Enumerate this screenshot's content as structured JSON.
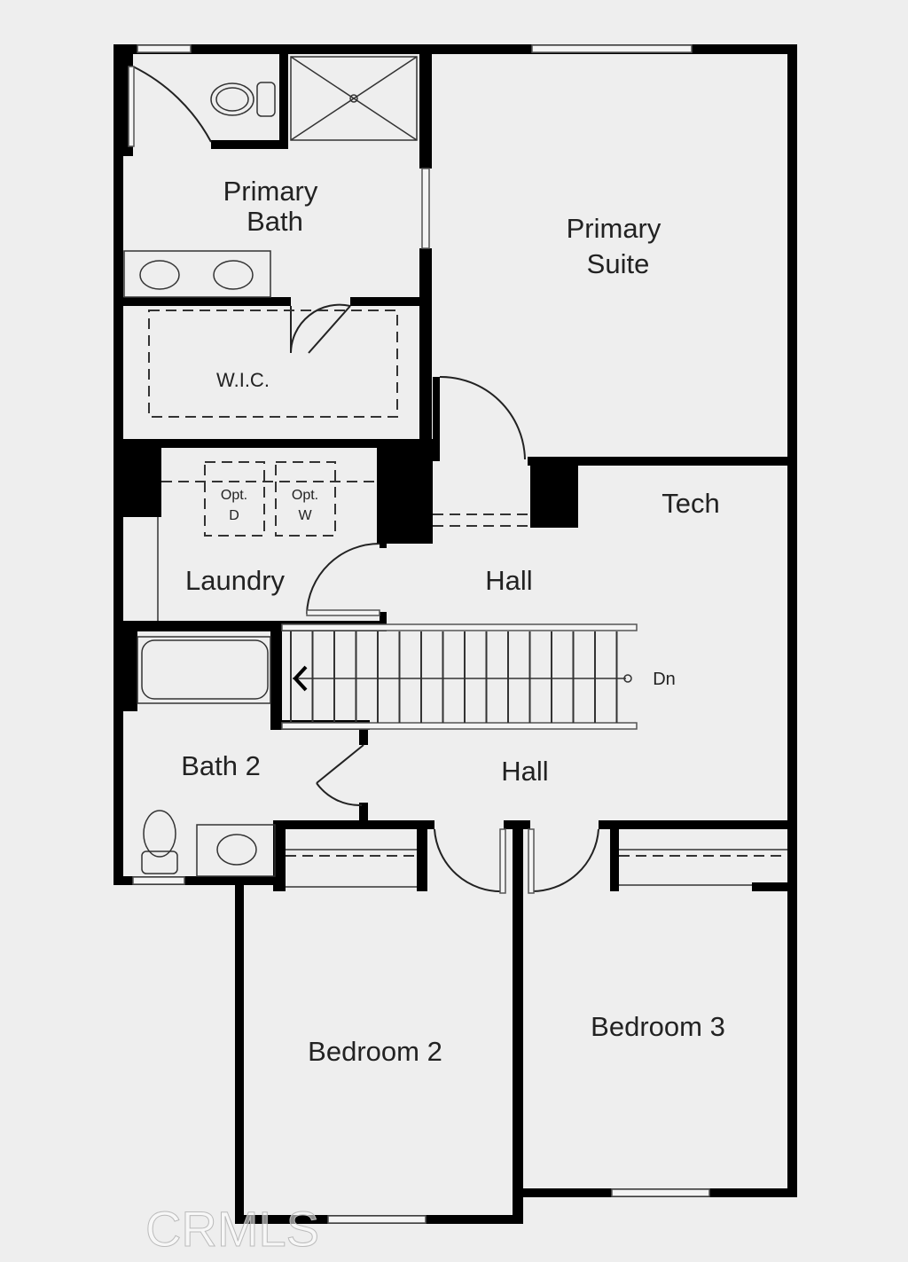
{
  "rooms": {
    "primary_bath_line1": "Primary",
    "primary_bath_line2": "Bath",
    "primary_suite_line1": "Primary",
    "primary_suite_line2": "Suite",
    "wic": "W.I.C.",
    "tech": "Tech",
    "laundry": "Laundry",
    "hall_upper": "Hall",
    "hall_lower": "Hall",
    "bath_2": "Bath 2",
    "bedroom_2": "Bedroom 2",
    "bedroom_3": "Bedroom 3"
  },
  "appliances": {
    "dryer_line1": "Opt.",
    "dryer_line2": "D",
    "washer_line1": "Opt.",
    "washer_line2": "W"
  },
  "stairs": {
    "direction_label": "Dn"
  },
  "watermark": "CRMLS"
}
